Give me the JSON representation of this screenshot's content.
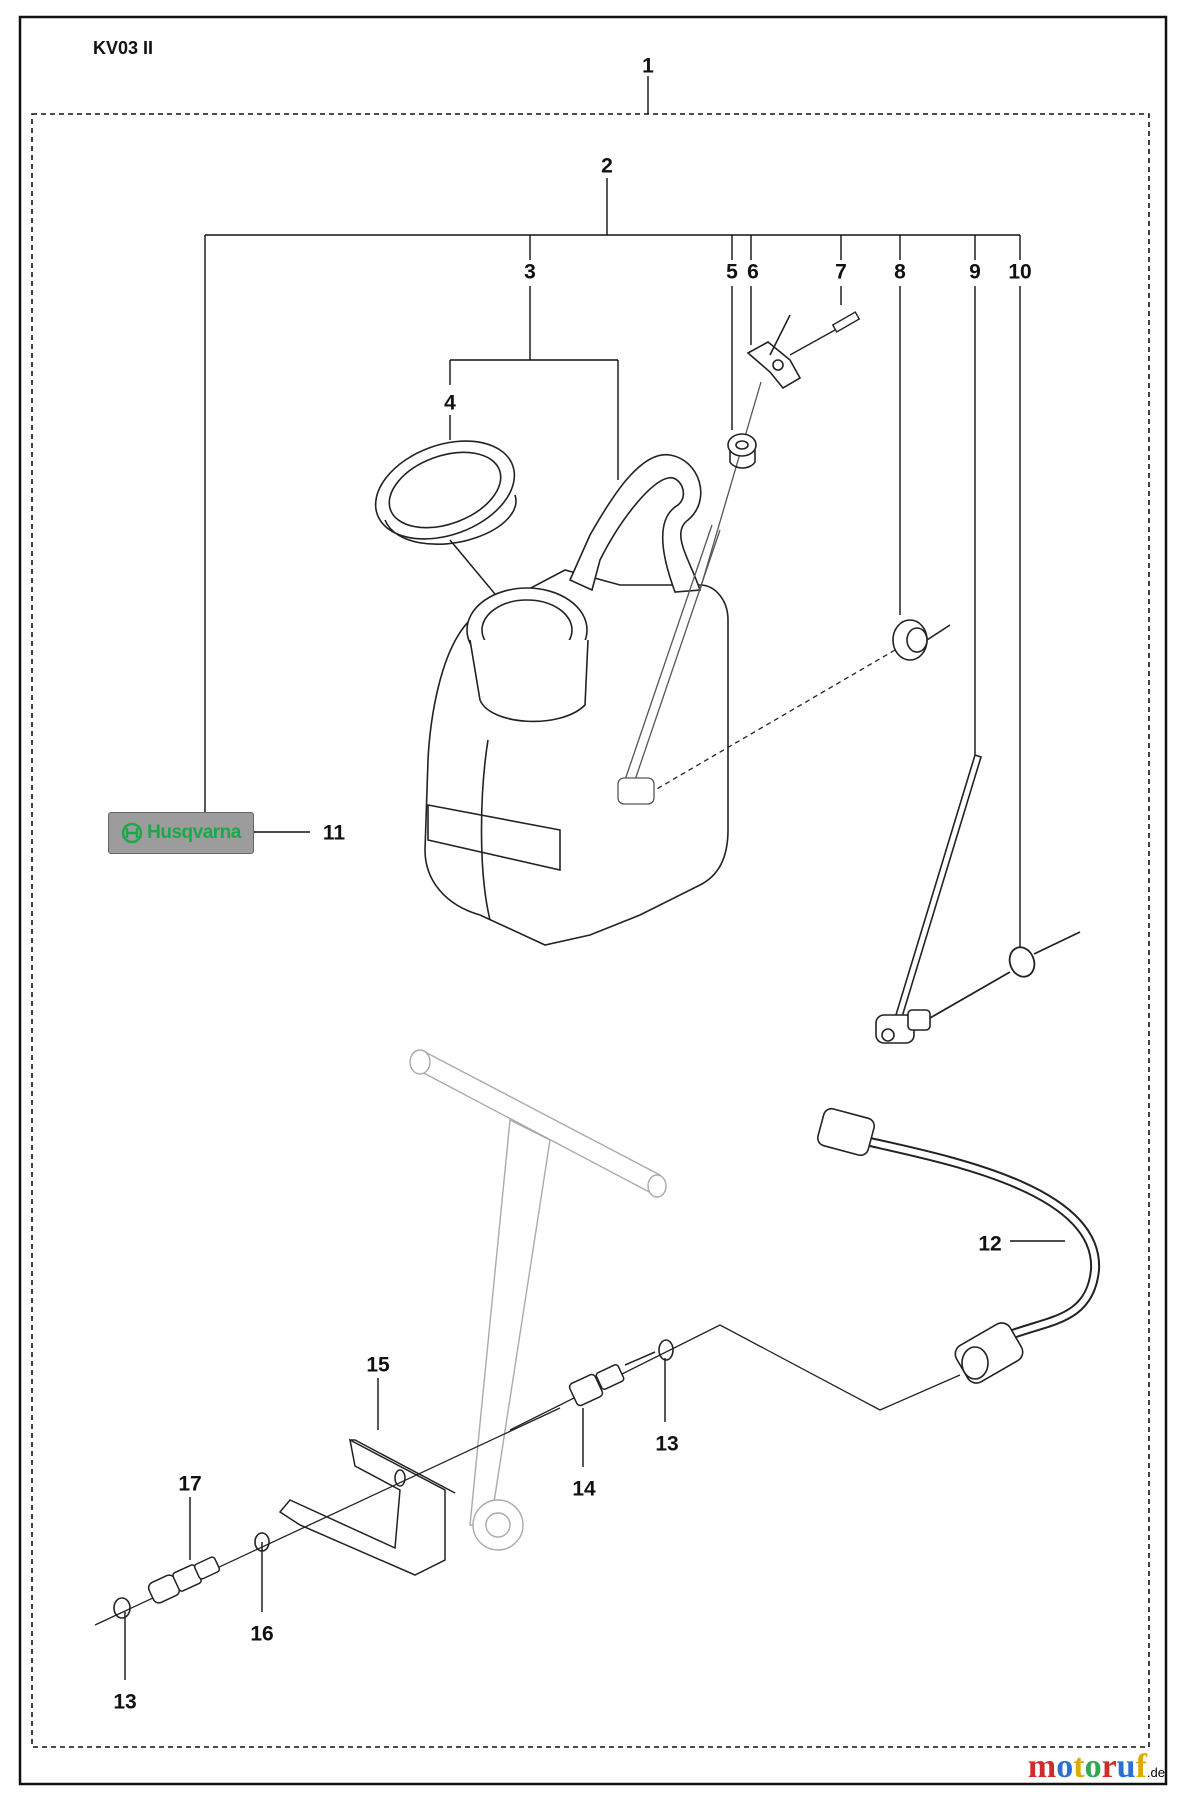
{
  "diagram": {
    "title": "KV03 II",
    "parts": [
      {
        "id": "1"
      },
      {
        "id": "2"
      },
      {
        "id": "3"
      },
      {
        "id": "4"
      },
      {
        "id": "5"
      },
      {
        "id": "6"
      },
      {
        "id": "7"
      },
      {
        "id": "8"
      },
      {
        "id": "9"
      },
      {
        "id": "10"
      },
      {
        "id": "11"
      },
      {
        "id": "12"
      },
      {
        "id": "13"
      },
      {
        "id": "14"
      },
      {
        "id": "15"
      },
      {
        "id": "16"
      },
      {
        "id": "17"
      }
    ],
    "callouts": {
      "c1": "1",
      "c2": "2",
      "c3": "3",
      "c4": "4",
      "c5": "5",
      "c6": "6",
      "c7": "7",
      "c8": "8",
      "c9": "9",
      "c10": "10",
      "c11": "11",
      "c12": "12",
      "c13a": "13",
      "c13b": "13",
      "c14": "14",
      "c15": "15",
      "c16": "16",
      "c17": "17"
    },
    "brand_label": "Husqvarna",
    "watermark": {
      "name": "motoruf",
      "tld": ".de",
      "letter_colors": [
        "#d12b2b",
        "#2b6fd1",
        "#e0a800",
        "#2fa84f",
        "#d12b2b",
        "#2b6fd1",
        "#e0a800"
      ]
    },
    "colors": {
      "line": "#111111",
      "part_fill": "#ffffff",
      "part_stroke": "#222222",
      "frame_stroke": "#111111",
      "brand_green": "#1aa84a",
      "brand_bg": "#9c9c9c"
    }
  }
}
